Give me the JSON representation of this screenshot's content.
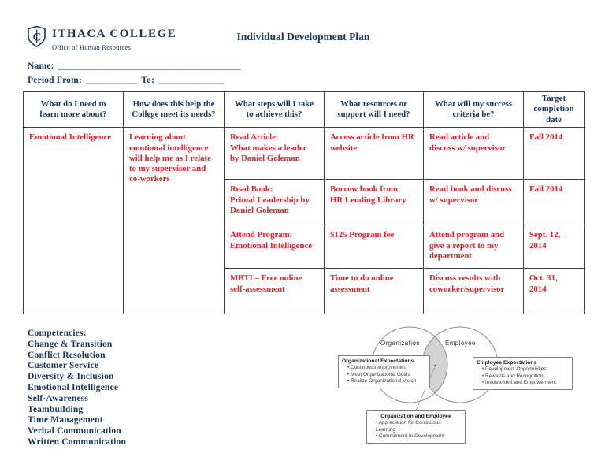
{
  "colors": {
    "navy": "#17365d",
    "red": "#e22228",
    "table_border": "#3f3f3f",
    "venn_gray": "#808080",
    "venn_overlap_fill": "#d3d3d3"
  },
  "header": {
    "logo_icon": "ithaca-college-shield-icon",
    "college": "ITHACA COLLEGE",
    "office": "Office of Human Resources",
    "title": "Individual Development Plan"
  },
  "form": {
    "name_label": "Name:",
    "name_line": "_______________________________________",
    "period_label": "Period From:",
    "period_line": "___________",
    "to_label": "To:",
    "to_line": "______________"
  },
  "table": {
    "headers": [
      "What do I need to\nlearn more about?",
      "How does this help the\nCollege meet its needs?",
      "What steps will I take\nto achieve this?",
      "What resources or\nsupport will I need?",
      "What will my success\ncriteria be?",
      "Target\ncompletion\ndate"
    ],
    "learn_about": "Emotional Intelligence",
    "college_benefit": "Learning about\nemotional intelligence\nwill help me as I relate\nto my supervisor and\nco-workers",
    "rows": [
      {
        "steps": "Read Article:\nWhat makes a leader\nby Daniel Goleman",
        "resources": "Access article from HR\nwebsite",
        "success": "Read article and\ndiscuss w/ supervisor",
        "target": "Fall 2014"
      },
      {
        "steps": "Read Book:\nPrimal Leadership by\nDaniel Goleman",
        "resources": "Borrow book from\nHR Lending Library",
        "success": "Read book and discuss\nw/ supervisor",
        "target": "Fall 2014"
      },
      {
        "steps": "Attend Program:\nEmotional Intelligence",
        "resources": "$125 Program fee",
        "success": "Attend program and\ngive a report to my\ndepartment",
        "target": "Sept. 12,\n2014"
      },
      {
        "steps": "MBTI – Free online\nself-assessment",
        "resources": "Time to do online\nassessment",
        "success": "Discuss results with\ncoworker/supervisor",
        "target": "Oct. 31,\n2014"
      }
    ]
  },
  "competencies": {
    "label": "Competencies:",
    "items": [
      "Change & Transition",
      "Conflict Resolution",
      "Customer Service",
      "Diversity & Inclusion",
      "Emotional Intelligence",
      "Self-Awareness",
      "Teambuilding",
      "Time Management",
      "Verbal Communication",
      "Written Communication"
    ]
  },
  "venn": {
    "left_circle_label": "Organization",
    "right_circle_label": "Employee",
    "left_box": {
      "title": "Organizational Expectations",
      "bullets": [
        "Continuous Improvement",
        "Meet Organizational Goals",
        "Realize Organizational Vision"
      ]
    },
    "right_box": {
      "title": "Employee Expectations",
      "bullets": [
        "Development Opportunities",
        "Rewards and Recognition",
        "Involvement and Empowerment"
      ]
    },
    "bottom_box": {
      "title": "Organization and Employee",
      "bullets": [
        "Appreciation for Continuous Learning",
        "Commitment to Development"
      ]
    }
  }
}
